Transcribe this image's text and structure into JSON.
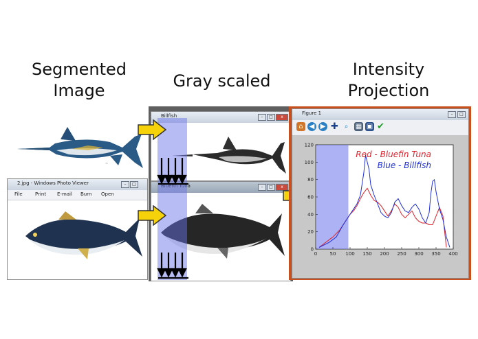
{
  "headings": {
    "segmented_line1": "Segmented",
    "segmented_line2": "Image",
    "grayscaled": "Gray scaled",
    "intensity_line1": "Intensity",
    "intensity_line2": "Projection"
  },
  "windows": {
    "photo_viewer": {
      "title": "2.jpg - Windows Photo Viewer",
      "menu": [
        "File",
        "Print",
        "E-mail",
        "Burn",
        "Open"
      ]
    },
    "billfish_window": {
      "title": "Billfish"
    },
    "bluefin_window": {
      "title": "Bluefin Tuna"
    },
    "figure_window": {
      "title": "Figure 1"
    }
  },
  "chart_data": {
    "type": "line",
    "title": "",
    "xlabel": "",
    "ylabel": "",
    "xlim": [
      0,
      400
    ],
    "ylim": [
      0,
      120
    ],
    "xticks": [
      0,
      50,
      100,
      150,
      200,
      250,
      300,
      350,
      400
    ],
    "yticks": [
      0,
      20,
      40,
      60,
      80,
      100,
      120
    ],
    "highlight_range": [
      0,
      95
    ],
    "legend": [
      "Red - Bluefin Tuna",
      "Blue - Billfish"
    ],
    "series": [
      {
        "name": "Red - Bluefin Tuna",
        "color": "#e0202a",
        "x": [
          10,
          30,
          50,
          70,
          90,
          100,
          110,
          120,
          130,
          140,
          150,
          160,
          170,
          180,
          190,
          200,
          210,
          220,
          230,
          240,
          250,
          260,
          270,
          280,
          290,
          300,
          310,
          320,
          330,
          340,
          350,
          360,
          370,
          380
        ],
        "values": [
          2,
          8,
          14,
          22,
          34,
          40,
          44,
          50,
          58,
          65,
          70,
          62,
          56,
          54,
          50,
          44,
          38,
          44,
          52,
          48,
          40,
          36,
          40,
          44,
          36,
          32,
          30,
          30,
          28,
          28,
          38,
          48,
          38,
          2
        ]
      },
      {
        "name": "Blue - Billfish",
        "color": "#1f2fd6",
        "x": [
          10,
          40,
          60,
          80,
          100,
          110,
          120,
          130,
          140,
          145,
          150,
          155,
          160,
          170,
          180,
          190,
          200,
          210,
          220,
          230,
          240,
          250,
          260,
          270,
          280,
          290,
          300,
          310,
          320,
          330,
          335,
          340,
          345,
          350,
          360,
          370,
          380,
          390
        ],
        "values": [
          2,
          8,
          14,
          28,
          40,
          46,
          52,
          62,
          88,
          108,
          100,
          92,
          74,
          62,
          52,
          42,
          38,
          36,
          42,
          54,
          58,
          50,
          44,
          42,
          48,
          52,
          46,
          36,
          30,
          42,
          64,
          78,
          80,
          66,
          46,
          34,
          14,
          2
        ]
      }
    ]
  }
}
